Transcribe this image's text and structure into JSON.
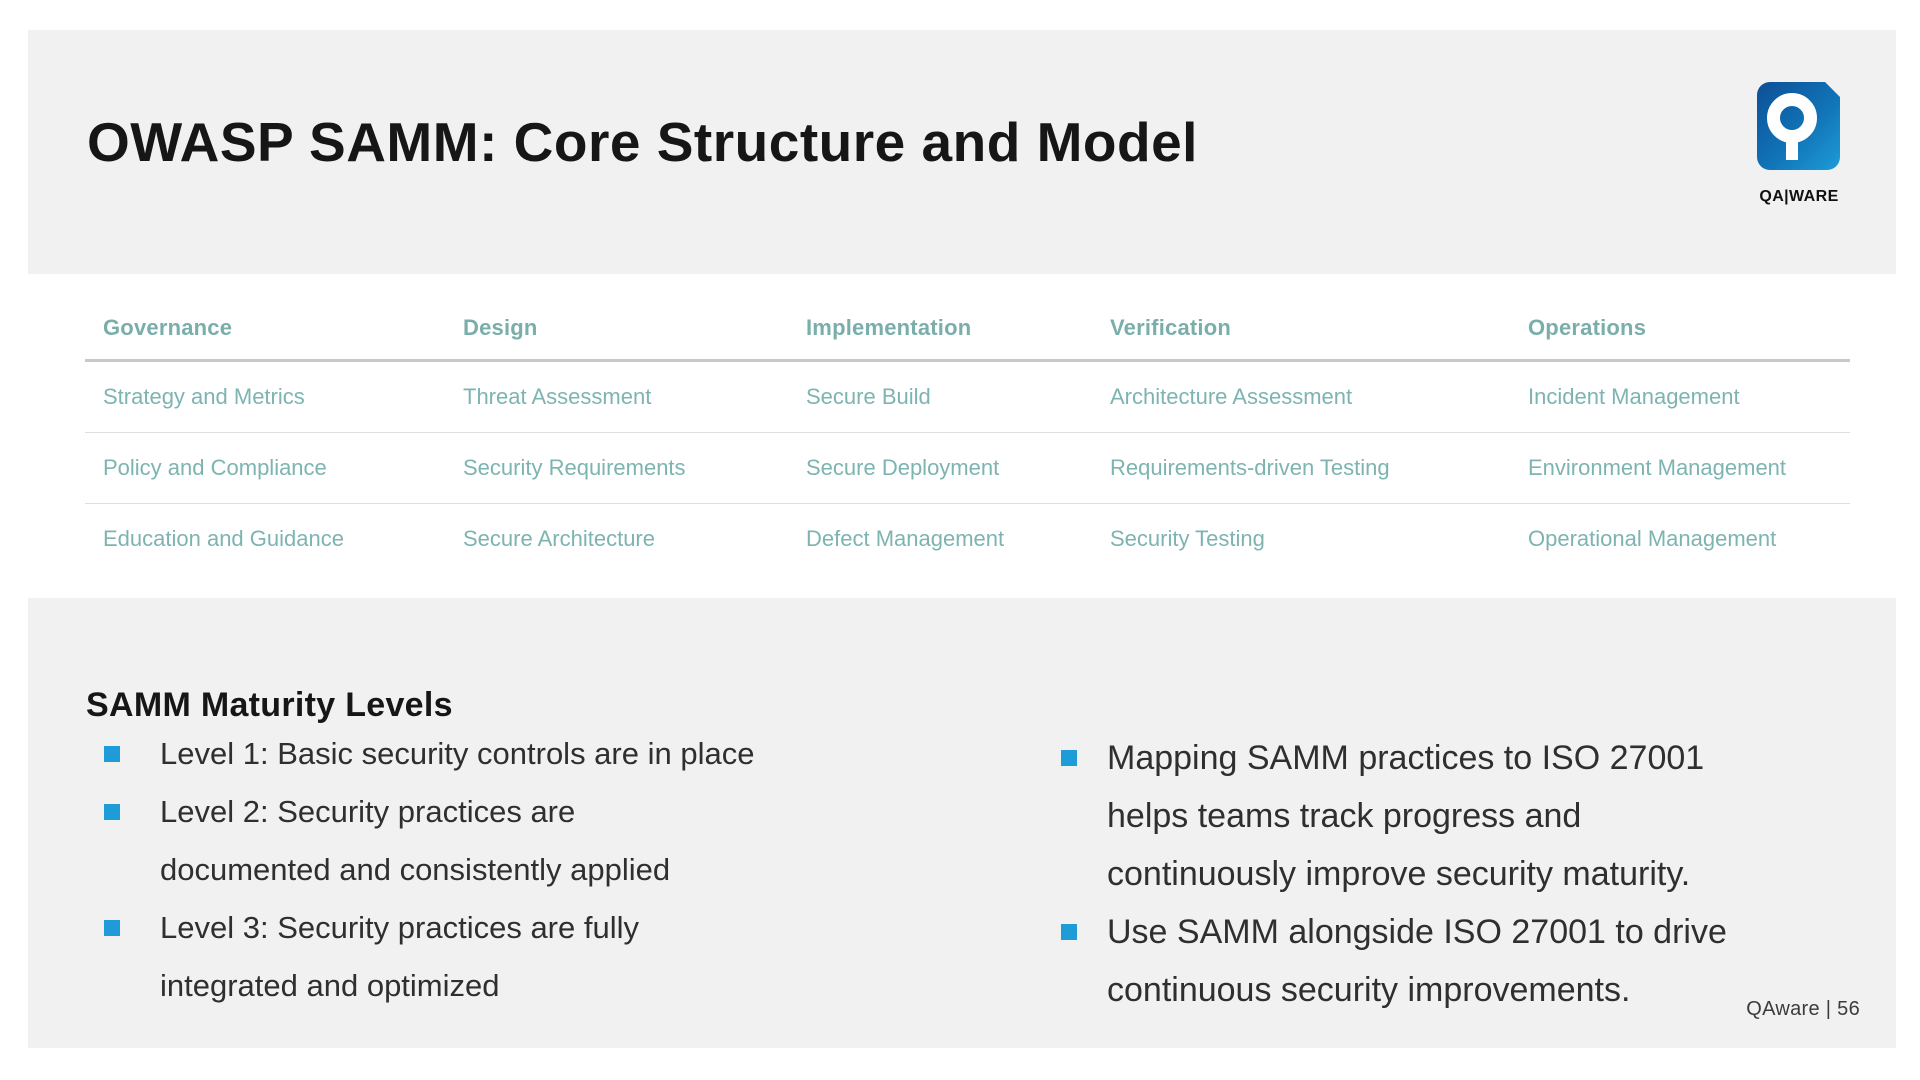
{
  "colors": {
    "accent_blue": "#1e9cd8",
    "table_header_teal": "#79aeab",
    "table_cell_teal": "#7db4b2",
    "band_gray": "#f1f1f1",
    "logo_gradient_start": "#0d4f97",
    "logo_gradient_end": "#1e9cd8"
  },
  "header": {
    "title": "OWASP SAMM: Core Structure and Model",
    "logo_text": "QA|WARE"
  },
  "practices_table": {
    "headers": [
      "Governance",
      "Design",
      "Implementation",
      "Verification",
      "Operations"
    ],
    "rows": [
      [
        "Strategy and Metrics",
        "Threat Assessment",
        "Secure Build",
        "Architecture Assessment",
        "Incident Management"
      ],
      [
        "Policy and Compliance",
        "Security Requirements",
        "Secure Deployment",
        "Requirements-driven Testing",
        "Environment Management"
      ],
      [
        "Education and Guidance",
        "Secure Architecture",
        "Defect Management",
        "Security Testing",
        "Operational Management"
      ]
    ]
  },
  "maturity": {
    "heading": "SAMM Maturity Levels",
    "left_bullets": [
      "Level 1: Basic security controls are in place",
      "Level 2: Security practices are\ndocumented and consistently applied",
      "Level 3: Security practices are fully\nintegrated and optimized"
    ],
    "right_bullets": [
      "Mapping SAMM practices to ISO 27001\nhelps teams track progress and\ncontinuously improve security maturity.",
      "Use SAMM alongside ISO 27001 to drive\ncontinuous security improvements."
    ]
  },
  "footer": {
    "page_label": "QAware | 56"
  }
}
